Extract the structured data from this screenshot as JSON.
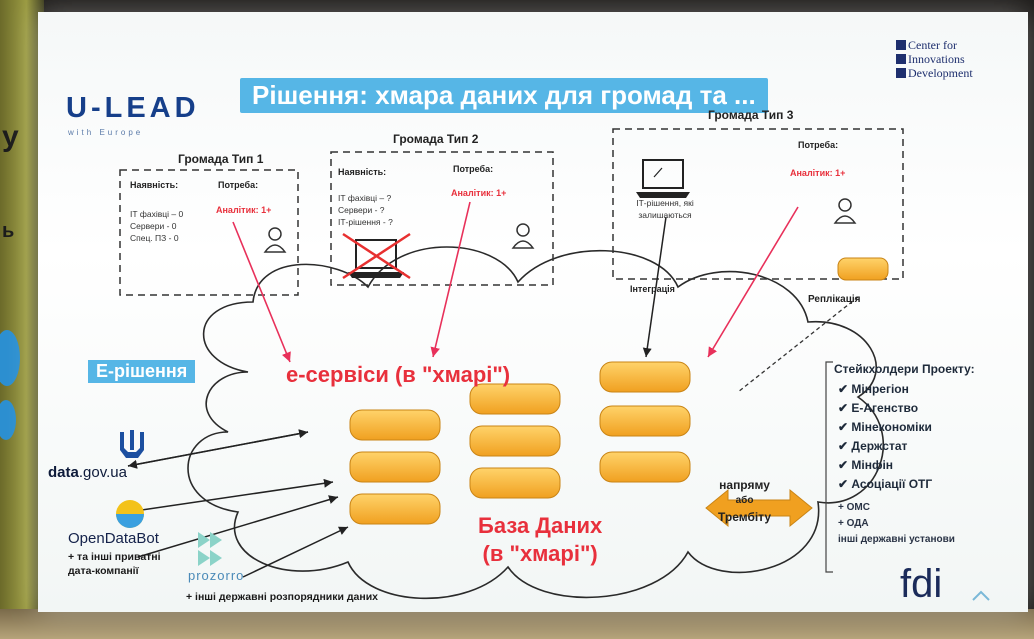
{
  "logo": {
    "main": "U-LEAD",
    "sub": "with Europe"
  },
  "title": "Рішення: хмара даних для громад та ...",
  "cid": {
    "l1": "Center for",
    "l2": "Innovations",
    "l3": "Development"
  },
  "type1": {
    "header": "Громада Тип 1",
    "has_label": "Наявність:",
    "need_label": "Потреба:",
    "items": [
      "ІТ фахівці – 0",
      "Сервери - 0",
      "Спец. ПЗ - 0"
    ],
    "need": "Аналітик: 1+"
  },
  "type2": {
    "header": "Громада Тип 2",
    "has_label": "Наявність:",
    "need_label": "Потреба:",
    "items": [
      "ІТ фахівці – ?",
      "Сервери - ?",
      "ІТ-рішення - ?"
    ],
    "need": "Аналітик: 1+"
  },
  "type3": {
    "header": "Громада Тип 3",
    "need_label": "Потреба:",
    "it_text": "ІТ-рішення, які залишаються",
    "need": "Аналітик: 1+",
    "integration": "Інтеграція",
    "replication": "Реплікація"
  },
  "e_rishennia": "Е-рішення",
  "e_services": "е-сервіси (в \"хмарі\")",
  "database": {
    "l1": "База Даних",
    "l2": "(в \"хмарі\")"
  },
  "direct": {
    "l1": "напряму",
    "l2": "або",
    "l3": "Трембіту"
  },
  "stakeholders": {
    "title": "Стейкхолдери Проекту:",
    "checked": [
      "Мінрегіон",
      "Е-Агенство",
      "Мінекономіки",
      "Держстат",
      "Мінфін",
      "Асоціації ОТГ"
    ],
    "plus": [
      "+ ОМС",
      "+ ОДА",
      "інші державні установи"
    ]
  },
  "sources": {
    "datagov": {
      "a": "data",
      "b": ".gov.ua"
    },
    "opendatabot": "OpenDataBot",
    "private1": "+ та інші приватні",
    "private2": "дата-компанії",
    "prozorro": "prozorro",
    "others": "+ інші державні розпорядники даних"
  },
  "fdi": "fdi"
}
